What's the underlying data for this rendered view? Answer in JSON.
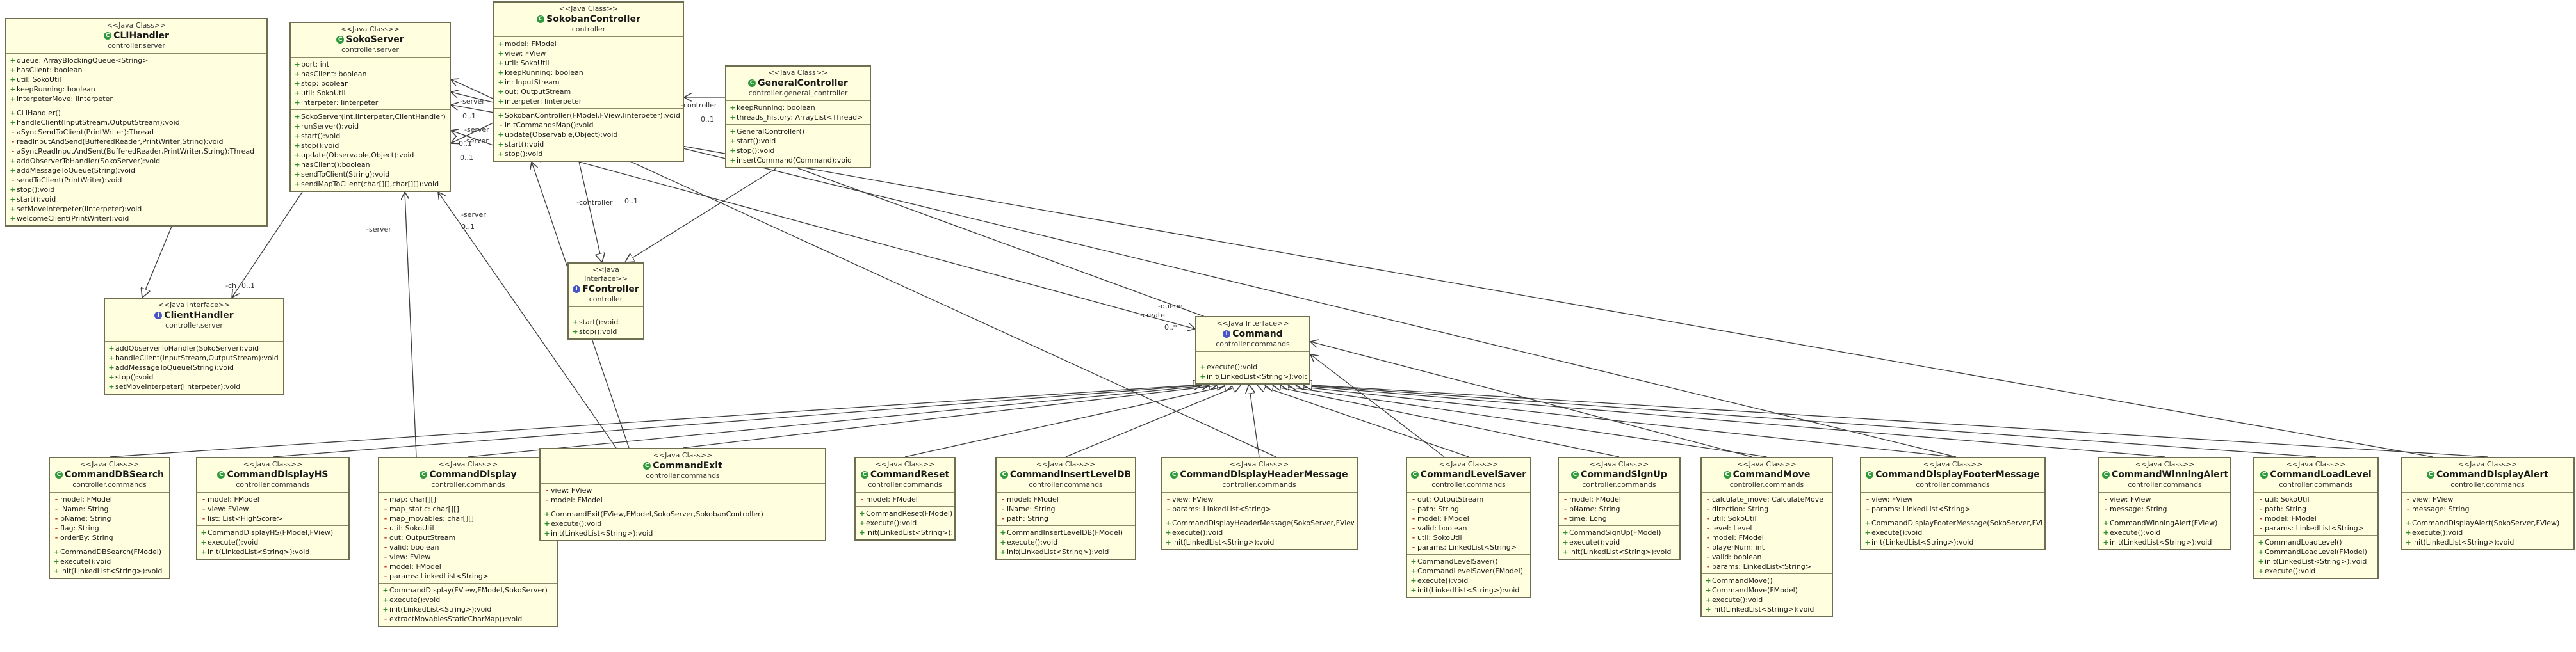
{
  "classes": [
    {
      "id": "clihandler",
      "stereo": "<<Java Class>>",
      "name": "CLIHandler",
      "kind": "class",
      "pkg": "controller.server",
      "attrs": [
        {
          "v": "+",
          "t": "queue: ArrayBlockingQueue<String>"
        },
        {
          "v": "+",
          "t": "hasClient: boolean"
        },
        {
          "v": "+",
          "t": "util: SokoUtil"
        },
        {
          "v": "+",
          "t": "keepRunning: boolean"
        },
        {
          "v": "+",
          "t": "interpeterMove: Iinterpeter"
        }
      ],
      "ops": [
        {
          "v": "+",
          "t": "CLIHandler()"
        },
        {
          "v": "+",
          "t": "handleClient(InputStream,OutputStream):void"
        },
        {
          "v": "-",
          "t": "aSyncSendToClient(PrintWriter):Thread"
        },
        {
          "v": "-",
          "t": "readInputAndSend(BufferedReader,PrintWriter,String):void"
        },
        {
          "v": "-",
          "t": "aSyncReadInputAndSent(BufferedReader,PrintWriter,String):Thread"
        },
        {
          "v": "+",
          "t": "addObserverToHandler(SokoServer):void"
        },
        {
          "v": "+",
          "t": "addMessageToQueue(String):void"
        },
        {
          "v": "-",
          "t": "sendToClient(PrintWriter):void"
        },
        {
          "v": "+",
          "t": "stop():void"
        },
        {
          "v": "+",
          "t": "start():void"
        },
        {
          "v": "+",
          "t": "setMoveInterpeter(Iinterpeter):void"
        },
        {
          "v": "+",
          "t": "welcomeClient(PrintWriter):void"
        }
      ]
    },
    {
      "id": "sokoserver",
      "stereo": "<<Java Class>>",
      "name": "SokoServer",
      "kind": "class",
      "pkg": "controller.server",
      "attrs": [
        {
          "v": "+",
          "t": "port: int"
        },
        {
          "v": "+",
          "t": "hasClient: boolean"
        },
        {
          "v": "+",
          "t": "stop: boolean"
        },
        {
          "v": "+",
          "t": "util: SokoUtil"
        },
        {
          "v": "+",
          "t": "interpeter: Iinterpeter"
        }
      ],
      "ops": [
        {
          "v": "+",
          "t": "SokoServer(int,Iinterpeter,ClientHandler)"
        },
        {
          "v": "+",
          "t": "runServer():void"
        },
        {
          "v": "+",
          "t": "start():void"
        },
        {
          "v": "+",
          "t": "stop():void"
        },
        {
          "v": "+",
          "t": "update(Observable,Object):void"
        },
        {
          "v": "+",
          "t": "hasClient():boolean"
        },
        {
          "v": "+",
          "t": "sendToClient(String):void"
        },
        {
          "v": "+",
          "t": "sendMapToClient(char[][],char[][]):void"
        }
      ]
    },
    {
      "id": "sokobancontroller",
      "stereo": "<<Java Class>>",
      "name": "SokobanController",
      "kind": "class",
      "pkg": "controller",
      "attrs": [
        {
          "v": "+",
          "t": "model: FModel"
        },
        {
          "v": "+",
          "t": "view: FView"
        },
        {
          "v": "+",
          "t": "util: SokoUtil"
        },
        {
          "v": "+",
          "t": "keepRunning: boolean"
        },
        {
          "v": "+",
          "t": "in: InputStream"
        },
        {
          "v": "+",
          "t": "out: OutputStream"
        },
        {
          "v": "+",
          "t": "interpeter: Iinterpeter"
        }
      ],
      "ops": [
        {
          "v": "+",
          "t": "SokobanController(FModel,FView,Iinterpeter):void"
        },
        {
          "v": "-",
          "t": "initCommandsMap():void"
        },
        {
          "v": "+",
          "t": "update(Observable,Object):void"
        },
        {
          "v": "+",
          "t": "start():void"
        },
        {
          "v": "+",
          "t": "stop():void"
        }
      ]
    },
    {
      "id": "generalcontroller",
      "stereo": "<<Java Class>>",
      "name": "GeneralController",
      "kind": "class",
      "pkg": "controller.general_controller",
      "attrs": [
        {
          "v": "+",
          "t": "keepRunning: boolean"
        },
        {
          "v": "+",
          "t": "threads_history: ArrayList<Thread>"
        }
      ],
      "ops": [
        {
          "v": "+",
          "t": "GeneralController()"
        },
        {
          "v": "+",
          "t": "start():void"
        },
        {
          "v": "+",
          "t": "stop():void"
        },
        {
          "v": "+",
          "t": "insertCommand(Command):void"
        }
      ]
    },
    {
      "id": "fcontroller",
      "stereo": "<<Java Interface>>",
      "name": "FController",
      "kind": "interface",
      "pkg": "controller",
      "attrs": [],
      "ops": [
        {
          "v": "+",
          "t": "start():void"
        },
        {
          "v": "+",
          "t": "stop():void"
        }
      ]
    },
    {
      "id": "clienthandler",
      "stereo": "<<Java Interface>>",
      "name": "ClientHandler",
      "kind": "interface",
      "pkg": "controller.server",
      "attrs": [],
      "ops": [
        {
          "v": "+",
          "t": "addObserverToHandler(SokoServer):void"
        },
        {
          "v": "+",
          "t": "handleClient(InputStream,OutputStream):void"
        },
        {
          "v": "+",
          "t": "addMessageToQueue(String):void"
        },
        {
          "v": "+",
          "t": "stop():void"
        },
        {
          "v": "+",
          "t": "setMoveInterpeter(Iinterpeter):void"
        }
      ]
    },
    {
      "id": "command",
      "stereo": "<<Java Interface>>",
      "name": "Command",
      "kind": "interface",
      "pkg": "controller.commands",
      "attrs": [],
      "ops": [
        {
          "v": "+",
          "t": "execute():void"
        },
        {
          "v": "+",
          "t": "init(LinkedList<String>):void"
        }
      ]
    },
    {
      "id": "cmddbsearch",
      "stereo": "<<Java Class>>",
      "name": "CommandDBSearch",
      "kind": "class",
      "pkg": "controller.commands",
      "attrs": [
        {
          "v": "-",
          "t": "model: FModel"
        },
        {
          "v": "-",
          "t": "lName: String"
        },
        {
          "v": "-",
          "t": "pName: String"
        },
        {
          "v": "-",
          "t": "flag: String"
        },
        {
          "v": "-",
          "t": "orderBy: String"
        }
      ],
      "ops": [
        {
          "v": "+",
          "t": "CommandDBSearch(FModel)"
        },
        {
          "v": "+",
          "t": "execute():void"
        },
        {
          "v": "+",
          "t": "init(LinkedList<String>):void"
        }
      ]
    },
    {
      "id": "cmddisplayhs",
      "stereo": "<<Java Class>>",
      "name": "CommandDisplayHS",
      "kind": "class",
      "pkg": "controller.commands",
      "attrs": [
        {
          "v": "-",
          "t": "model: FModel"
        },
        {
          "v": "-",
          "t": "view: FView"
        },
        {
          "v": "-",
          "t": "list: List<HighScore>"
        }
      ],
      "ops": [
        {
          "v": "+",
          "t": "CommandDisplayHS(FModel,FView)"
        },
        {
          "v": "+",
          "t": "execute():void"
        },
        {
          "v": "+",
          "t": "init(LinkedList<String>):void"
        }
      ]
    },
    {
      "id": "cmddisplay",
      "stereo": "<<Java Class>>",
      "name": "CommandDisplay",
      "kind": "class",
      "pkg": "controller.commands",
      "attrs": [
        {
          "v": "-",
          "t": "map: char[][]"
        },
        {
          "v": "-",
          "t": "map_static: char[][]"
        },
        {
          "v": "-",
          "t": "map_movables: char[][]"
        },
        {
          "v": "-",
          "t": "util: SokoUtil"
        },
        {
          "v": "-",
          "t": "out: OutputStream"
        },
        {
          "v": "-",
          "t": "valid: boolean"
        },
        {
          "v": "-",
          "t": "view: FView"
        },
        {
          "v": "-",
          "t": "model: FModel"
        },
        {
          "v": "-",
          "t": "params: LinkedList<String>"
        }
      ],
      "ops": [
        {
          "v": "+",
          "t": "CommandDisplay(FView,FModel,SokoServer)"
        },
        {
          "v": "+",
          "t": "execute():void"
        },
        {
          "v": "+",
          "t": "init(LinkedList<String>):void"
        },
        {
          "v": "-",
          "t": "extractMovablesStaticCharMap():void"
        }
      ]
    },
    {
      "id": "cmdexit",
      "stereo": "<<Java Class>>",
      "name": "CommandExit",
      "kind": "class",
      "pkg": "controller.commands",
      "attrs": [
        {
          "v": "-",
          "t": "view: FView"
        },
        {
          "v": "-",
          "t": "model: FModel"
        }
      ],
      "ops": [
        {
          "v": "+",
          "t": "CommandExit(FView,FModel,SokoServer,SokobanController)"
        },
        {
          "v": "+",
          "t": "execute():void"
        },
        {
          "v": "+",
          "t": "init(LinkedList<String>):void"
        }
      ]
    },
    {
      "id": "cmdreset",
      "stereo": "<<Java Class>>",
      "name": "CommandReset",
      "kind": "class",
      "pkg": "controller.commands",
      "attrs": [
        {
          "v": "-",
          "t": "model: FModel"
        }
      ],
      "ops": [
        {
          "v": "+",
          "t": "CommandReset(FModel)"
        },
        {
          "v": "+",
          "t": "execute():void"
        },
        {
          "v": "+",
          "t": "init(LinkedList<String>):void"
        }
      ]
    },
    {
      "id": "cmdinsertleveldb",
      "stereo": "<<Java Class>>",
      "name": "CommandInsertLevelDB",
      "kind": "class",
      "pkg": "controller.commands",
      "attrs": [
        {
          "v": "-",
          "t": "model: FModel"
        },
        {
          "v": "-",
          "t": "lName: String"
        },
        {
          "v": "-",
          "t": "path: String"
        }
      ],
      "ops": [
        {
          "v": "+",
          "t": "CommandInsertLevelDB(FModel)"
        },
        {
          "v": "+",
          "t": "execute():void"
        },
        {
          "v": "+",
          "t": "init(LinkedList<String>):void"
        }
      ]
    },
    {
      "id": "cmddisplayheader",
      "stereo": "<<Java Class>>",
      "name": "CommandDisplayHeaderMessage",
      "kind": "class",
      "pkg": "controller.commands",
      "attrs": [
        {
          "v": "-",
          "t": "view: FView"
        },
        {
          "v": "-",
          "t": "params: LinkedList<String>"
        }
      ],
      "ops": [
        {
          "v": "+",
          "t": "CommandDisplayHeaderMessage(SokoServer,FView)"
        },
        {
          "v": "+",
          "t": "execute():void"
        },
        {
          "v": "+",
          "t": "init(LinkedList<String>):void"
        }
      ]
    },
    {
      "id": "cmdlevelsaver",
      "stereo": "<<Java Class>>",
      "name": "CommandLevelSaver",
      "kind": "class",
      "pkg": "controller.commands",
      "attrs": [
        {
          "v": "-",
          "t": "out: OutputStream"
        },
        {
          "v": "-",
          "t": "path: String"
        },
        {
          "v": "-",
          "t": "model: FModel"
        },
        {
          "v": "-",
          "t": "valid: boolean"
        },
        {
          "v": "-",
          "t": "util: SokoUtil"
        },
        {
          "v": "-",
          "t": "params: LinkedList<String>"
        }
      ],
      "ops": [
        {
          "v": "+",
          "t": "CommandLevelSaver()"
        },
        {
          "v": "+",
          "t": "CommandLevelSaver(FModel)"
        },
        {
          "v": "+",
          "t": "execute():void"
        },
        {
          "v": "+",
          "t": "init(LinkedList<String>):void"
        }
      ]
    },
    {
      "id": "cmdsignup",
      "stereo": "<<Java Class>>",
      "name": "CommandSignUp",
      "kind": "class",
      "pkg": "controller.commands",
      "attrs": [
        {
          "v": "-",
          "t": "model: FModel"
        },
        {
          "v": "-",
          "t": "pName: String"
        },
        {
          "v": "-",
          "t": "time: Long"
        }
      ],
      "ops": [
        {
          "v": "+",
          "t": "CommandSignUp(FModel)"
        },
        {
          "v": "+",
          "t": "execute():void"
        },
        {
          "v": "+",
          "t": "init(LinkedList<String>):void"
        }
      ]
    },
    {
      "id": "cmdmove",
      "stereo": "<<Java Class>>",
      "name": "CommandMove",
      "kind": "class",
      "pkg": "controller.commands",
      "attrs": [
        {
          "v": "-",
          "t": "calculate_move: CalculateMove"
        },
        {
          "v": "-",
          "t": "direction: String"
        },
        {
          "v": "-",
          "t": "util: SokoUtil"
        },
        {
          "v": "-",
          "t": "level: Level"
        },
        {
          "v": "-",
          "t": "model: FModel"
        },
        {
          "v": "-",
          "t": "playerNum: int"
        },
        {
          "v": "-",
          "t": "valid: boolean"
        },
        {
          "v": "-",
          "t": "params: LinkedList<String>"
        }
      ],
      "ops": [
        {
          "v": "+",
          "t": "CommandMove()"
        },
        {
          "v": "+",
          "t": "CommandMove(FModel)"
        },
        {
          "v": "+",
          "t": "execute():void"
        },
        {
          "v": "+",
          "t": "init(LinkedList<String>):void"
        }
      ]
    },
    {
      "id": "cmddisplayfooter",
      "stereo": "<<Java Class>>",
      "name": "CommandDisplayFooterMessage",
      "kind": "class",
      "pkg": "controller.commands",
      "attrs": [
        {
          "v": "-",
          "t": "view: FView"
        },
        {
          "v": "-",
          "t": "params: LinkedList<String>"
        }
      ],
      "ops": [
        {
          "v": "+",
          "t": "CommandDisplayFooterMessage(SokoServer,FView)"
        },
        {
          "v": "+",
          "t": "execute():void"
        },
        {
          "v": "+",
          "t": "init(LinkedList<String>):void"
        }
      ]
    },
    {
      "id": "cmdwinningalert",
      "stereo": "<<Java Class>>",
      "name": "CommandWinningAlert",
      "kind": "class",
      "pkg": "controller.commands",
      "attrs": [
        {
          "v": "-",
          "t": "view: FView"
        },
        {
          "v": "-",
          "t": "message: String"
        }
      ],
      "ops": [
        {
          "v": "+",
          "t": "CommandWinningAlert(FView)"
        },
        {
          "v": "+",
          "t": "execute():void"
        },
        {
          "v": "+",
          "t": "init(LinkedList<String>):void"
        }
      ]
    },
    {
      "id": "cmdloadlevel",
      "stereo": "<<Java Class>>",
      "name": "CommandLoadLevel",
      "kind": "class",
      "pkg": "controller.commands",
      "attrs": [
        {
          "v": "-",
          "t": "util: SokoUtil"
        },
        {
          "v": "-",
          "t": "path: String"
        },
        {
          "v": "-",
          "t": "model: FModel"
        },
        {
          "v": "-",
          "t": "params: LinkedList<String>"
        }
      ],
      "ops": [
        {
          "v": "+",
          "t": "CommandLoadLevel()"
        },
        {
          "v": "+",
          "t": "CommandLoadLevel(FModel)"
        },
        {
          "v": "+",
          "t": "init(LinkedList<String>):void"
        },
        {
          "v": "+",
          "t": "execute():void"
        }
      ]
    },
    {
      "id": "cmddisplayalert",
      "stereo": "<<Java Class>>",
      "name": "CommandDisplayAlert",
      "kind": "class",
      "pkg": "controller.commands",
      "attrs": [
        {
          "v": "-",
          "t": "view: FView"
        },
        {
          "v": "-",
          "t": "message: String"
        }
      ],
      "ops": [
        {
          "v": "+",
          "t": "CommandDisplayAlert(SokoServer,FView)"
        },
        {
          "v": "+",
          "t": "execute():void"
        },
        {
          "v": "+",
          "t": "init(LinkedList<String>):void"
        }
      ]
    }
  ],
  "edge_labels": [
    "-server",
    "0..1",
    "-server",
    "0..1",
    "-server",
    "0..1",
    "-server",
    "-server",
    "0..1",
    "-controller",
    "0..1",
    "-controller",
    "0..1",
    "-ch",
    "0..1",
    "-queue",
    "-create",
    "0..*"
  ],
  "colors": {
    "box_fill": "#ffffe0",
    "box_border": "#6e6e52",
    "line": "#3d3d3d",
    "public": "#2a8c2a",
    "private": "#c0392b"
  }
}
